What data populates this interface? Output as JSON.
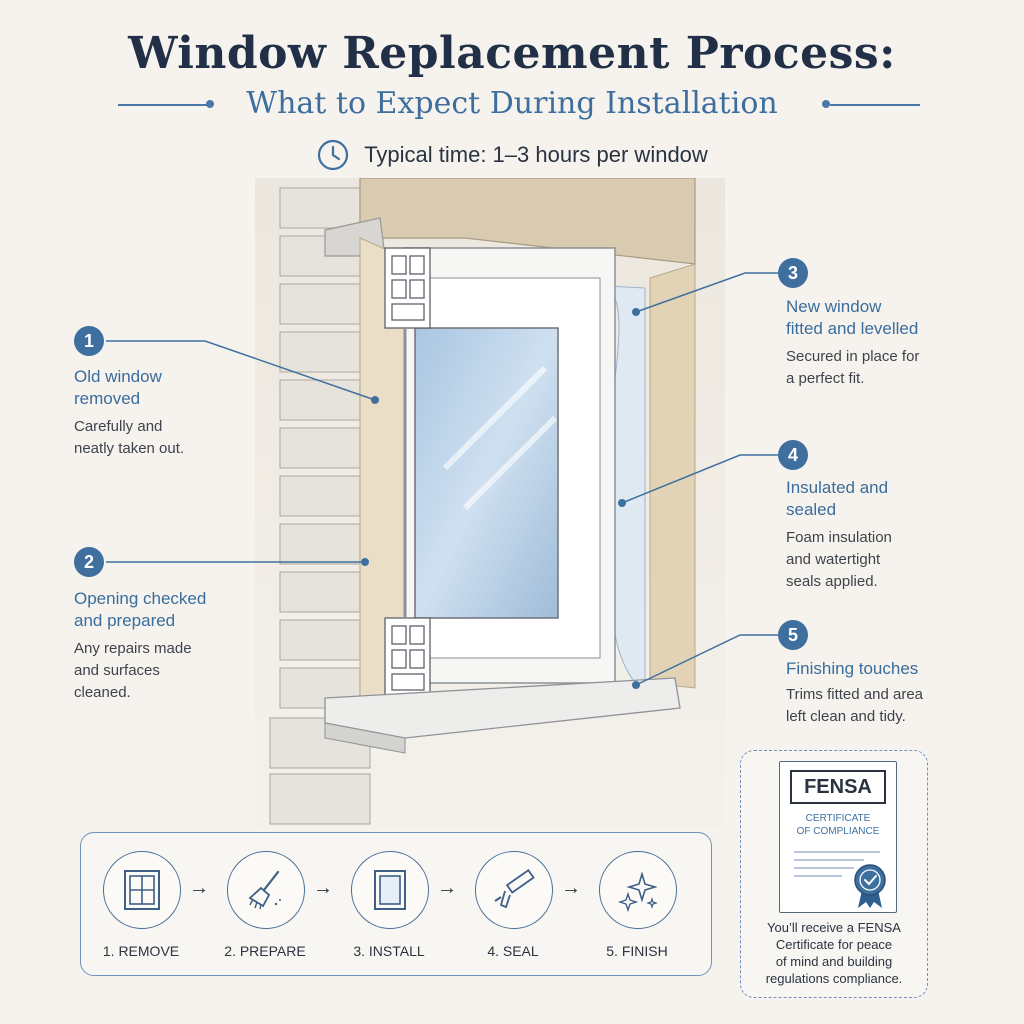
{
  "header": {
    "title": "Window Replacement Process:",
    "subtitle": "What to Expect During Installation",
    "time_text": "Typical time: 1–3 hours per window"
  },
  "steps": [
    {
      "number": "1",
      "title_line1": "Old window",
      "title_line2": "removed",
      "desc_line1": "Carefully and",
      "desc_line2": "neatly taken out.",
      "desc_line3": ""
    },
    {
      "number": "2",
      "title_line1": "Opening checked",
      "title_line2": "and prepared",
      "desc_line1": "Any repairs made",
      "desc_line2": "and surfaces",
      "desc_line3": "cleaned."
    },
    {
      "number": "3",
      "title_line1": "New window",
      "title_line2": "fitted and levelled",
      "desc_line1": "Secured in place for",
      "desc_line2": "a perfect fit.",
      "desc_line3": ""
    },
    {
      "number": "4",
      "title_line1": "Insulated and",
      "title_line2": "sealed",
      "desc_line1": "Foam insulation",
      "desc_line2": "and watertight",
      "desc_line3": "seals applied."
    },
    {
      "number": "5",
      "title_line1": "Finishing touches",
      "title_line2": "",
      "desc_line1": "Trims fitted and area",
      "desc_line2": "left clean and tidy.",
      "desc_line3": ""
    }
  ],
  "process": [
    {
      "label": "1. REMOVE",
      "icon": "window-icon"
    },
    {
      "label": "2. PREPARE",
      "icon": "brush-icon"
    },
    {
      "label": "3. INSTALL",
      "icon": "frame-icon"
    },
    {
      "label": "4. SEAL",
      "icon": "sealant-gun-icon"
    },
    {
      "label": "5. FINISH",
      "icon": "sparkle-icon"
    }
  ],
  "certificate": {
    "brand": "FENSA",
    "heading_line1": "CERTIFICATE",
    "heading_line2": "OF COMPLIANCE",
    "note_line1": "You’ll receive a FENSA",
    "note_line2": "Certificate for peace",
    "note_line3": "of mind and building",
    "note_line4": "regulations compliance."
  },
  "colors": {
    "accent": "#3f6f9f",
    "heading": "#223047",
    "background": "#f6f3ee"
  }
}
